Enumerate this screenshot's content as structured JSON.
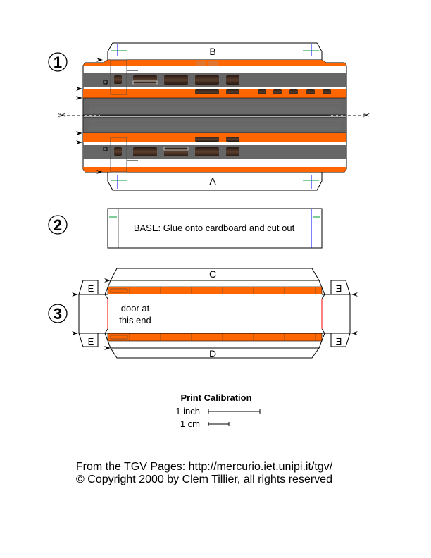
{
  "steps": [
    "1",
    "2",
    "3"
  ],
  "part1": {
    "tab_top": "B",
    "tab_bottom": "A"
  },
  "part2": {
    "instruction": "BASE:  Glue onto cardboard and cut out"
  },
  "part3": {
    "tab_top": "C",
    "tab_bottom": "D",
    "side_tab": "E",
    "note_line1": "door at",
    "note_line2": "this end"
  },
  "calibration": {
    "title": "Print Calibration",
    "inch_label": "1 inch",
    "cm_label": "1 cm"
  },
  "footer": {
    "line1": "From the TGV Pages: http://mercurio.iet.unipi.it/tgv/",
    "line2": "© Copyright 2000 by Clem Tillier, all rights reserved"
  },
  "colors": {
    "orange": "#ff6600",
    "gray": "#666666",
    "dark": "#555555",
    "window": "#4a3326",
    "guide_green": "#009933",
    "guide_blue": "#0000ff",
    "fold_red": "#ff0000"
  }
}
